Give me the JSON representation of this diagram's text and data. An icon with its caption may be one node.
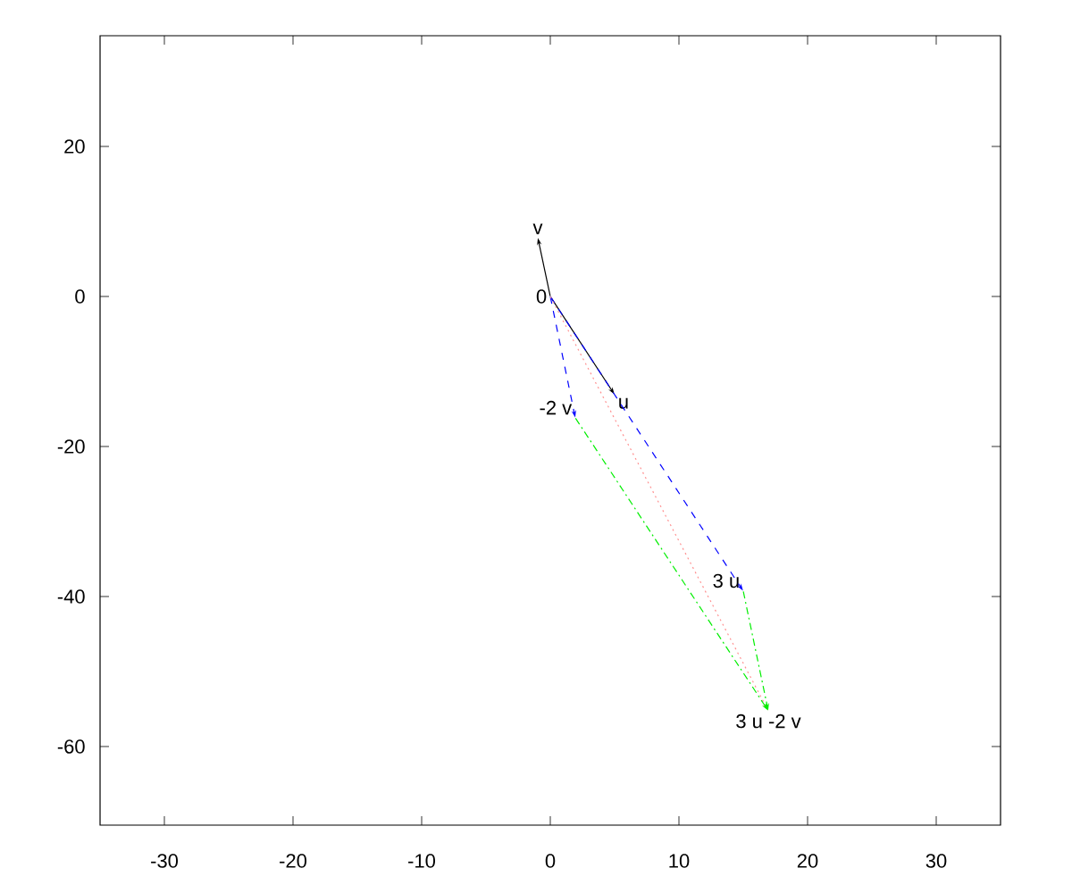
{
  "diagram": {
    "nodes": [
      {
        "text": [
          "0"
        ]
      },
      {
        "text": [
          "v"
        ]
      },
      {
        "text": [
          "u"
        ]
      },
      {
        "text": [
          "-2 v"
        ]
      },
      {
        "text": [
          "3 u"
        ]
      },
      {
        "text": [
          "3 u -2 v"
        ]
      }
    ],
    "edges": [
      {
        "from": 0,
        "to": 1,
        "arrow": "to"
      },
      {
        "from": 0,
        "to": 2,
        "arrow": "to"
      },
      {
        "from": 0,
        "to": 3,
        "arrow": "to",
        "style": "dashed",
        "color": "#0000ff"
      },
      {
        "from": 0,
        "to": 4,
        "arrow": "to",
        "style": "dashed",
        "color": "#0000ff"
      },
      {
        "from": 0,
        "to": 5,
        "arrow": "to",
        "style": "dashed",
        "color": "#ff9090"
      },
      {
        "from": 3,
        "to": 5,
        "arrow": "to",
        "style": "dashed",
        "color": "#00ee00"
      },
      {
        "from": 4,
        "to": 5,
        "arrow": "to",
        "style": "dashed",
        "color": "#00ee00"
      }
    ],
    "labels": [
      "20",
      "0",
      "-20",
      "-40",
      "-60",
      "-30",
      "-20",
      "-10",
      "0",
      "10",
      "20",
      "30"
    ]
  }
}
